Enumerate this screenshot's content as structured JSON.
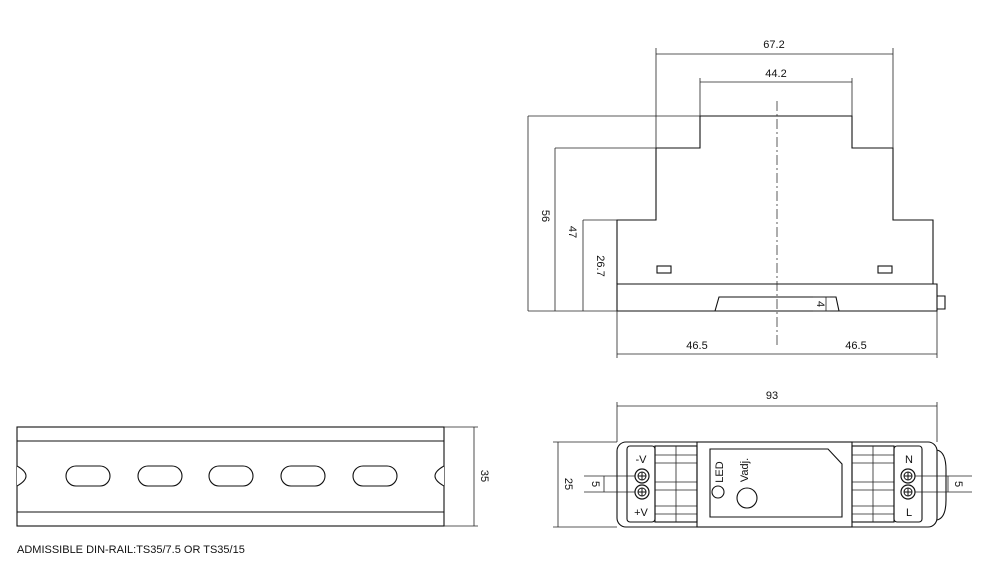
{
  "dimensions": {
    "side_top_width": "67.2",
    "side_inner_width": "44.2",
    "height_total": "56",
    "height_mid": "47",
    "height_lower": "26.7",
    "rail_depth": "4",
    "half_left": "46.5",
    "half_right": "46.5",
    "front_width": "93",
    "front_height": "25",
    "terminal_pitch_left": "5",
    "terminal_pitch_right": "5",
    "rail_height": "35"
  },
  "labels": {
    "minus_v": "-V",
    "plus_v": "+V",
    "neutral": "N",
    "line": "L",
    "led": "LED",
    "vadj": "Vadj."
  },
  "caption": "ADMISSIBLE DIN-RAIL:TS35/7.5 OR TS35/15"
}
